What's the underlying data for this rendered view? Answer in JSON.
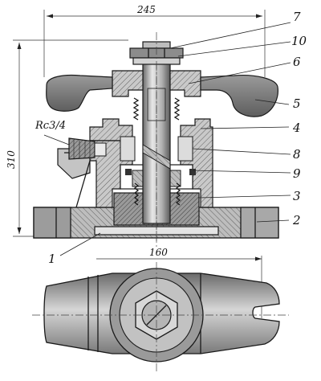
{
  "dimensions": {
    "width_top": "245",
    "height": "310",
    "width_plan": "160"
  },
  "thread_label": "Rc3/4",
  "part_labels": {
    "p1": "1",
    "p2": "2",
    "p3": "3",
    "p4": "4",
    "p5": "5",
    "p6": "6",
    "p7": "7",
    "p8": "8",
    "p9": "9",
    "p10": "10"
  },
  "colors": {
    "hatch_light": "#c8c8c8",
    "hatch_dark": "#8a8a8a",
    "handle": "#7a7a7a",
    "body_gray": "#b4b4b4",
    "ink": "#1a1a1a"
  }
}
